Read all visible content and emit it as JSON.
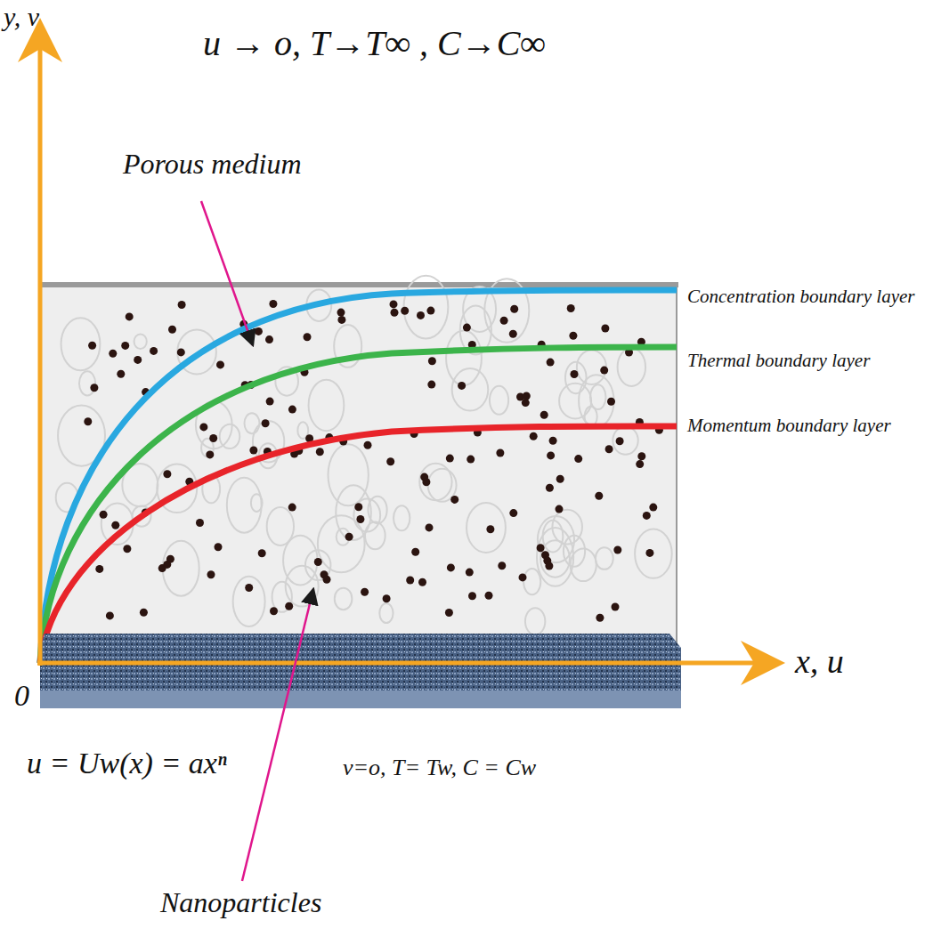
{
  "diagram": {
    "labels": [
      "y, v",
      "u → o, T→T∞ , C→C∞",
      "Porous medium",
      "Concentration boundary layer",
      "Thermal boundary layer",
      "Momentum boundary layer",
      "x, u",
      "0",
      "u = Uw(x) = axⁿ",
      "ν=o, T= Tw, C = Cw",
      "Nanoparticles"
    ]
  }
}
